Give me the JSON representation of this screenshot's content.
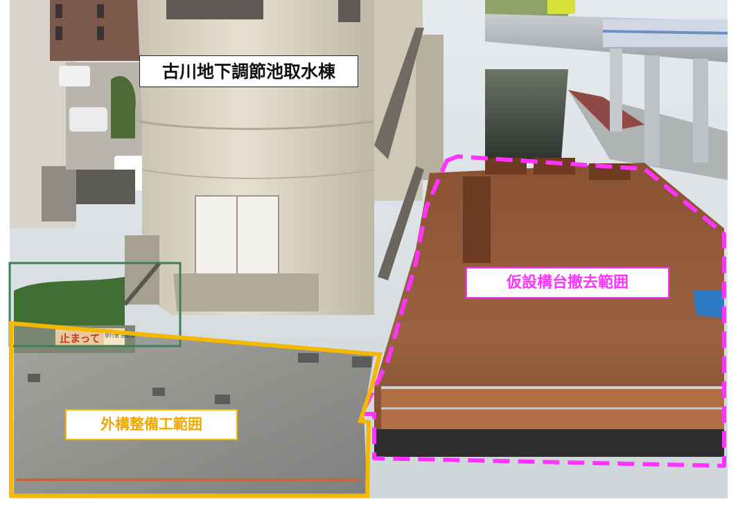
{
  "labels": {
    "intake_building": "古川地下調節池取水棟",
    "temporary_pier_removal": "仮設構台撤去範囲",
    "exterior_works": "外構整備工範囲"
  },
  "photo_signs": {
    "left_panel": "止まって",
    "right_panel": "歩行者 自転車"
  },
  "colors": {
    "pier_outline": "#ff33ff",
    "exterior_outline": "#f5b800",
    "intake_label_border": "#222222"
  },
  "icons": [
    "dashed-boundary",
    "solid-boundary"
  ]
}
